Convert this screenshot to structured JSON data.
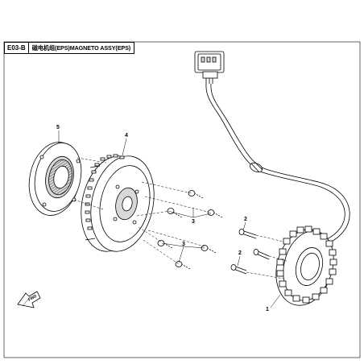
{
  "header": {
    "code": "E03-B",
    "title": "磁电机组(EPS)MAGNETO ASSY(EPS)"
  },
  "callouts": {
    "stator": "1",
    "bolt_upper": "2",
    "bolt_lower": "2",
    "screws_upper": "3",
    "screws_lower": "3",
    "rotor": "4",
    "one_way_clutch": "5"
  },
  "direction_marker": {
    "label": "FWD"
  },
  "colors": {
    "line": "#000000",
    "background": "#ffffff",
    "shade": "#d8d8d8"
  }
}
